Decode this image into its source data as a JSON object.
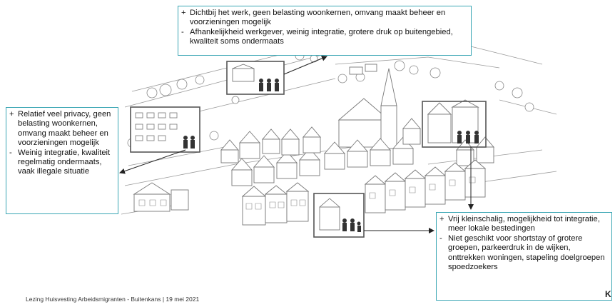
{
  "callouts": {
    "top": {
      "lines": [
        {
          "mark": "+",
          "text": "Dichtbij het werk, geen belasting woonkernen, omvang maakt beheer en voorzieningen mogelijk"
        },
        {
          "mark": "-",
          "text": "Afhankelijkheid werkgever, weinig integratie, grotere druk op buitengebied, kwaliteit soms ondermaats"
        }
      ]
    },
    "left": {
      "lines": [
        {
          "mark": "+",
          "text": "Relatief veel privacy, geen belasting woonkernen, omvang maakt beheer en voorzieningen mogelijk"
        },
        {
          "mark": "-",
          "text": "Weinig integratie, kwaliteit regelmatig ondermaats, vaak illegale situatie"
        }
      ]
    },
    "right": {
      "lines": [
        {
          "mark": "+",
          "text": "Vrij kleinschalig, mogelijkheid tot integratie, meer lokale bestedingen"
        },
        {
          "mark": "-",
          "text": "Niet geschikt voor shortstay of grotere groepen, parkeerdruk in de wijken, onttrekken woningen, stapeling doelgroepen spoedzoekers"
        }
      ]
    }
  },
  "footer": "Lezing Huisvesting Arbeidsmigranten  - Buitenkans | 19 mei 2021",
  "logo_text": "K",
  "colors": {
    "callout_border": "#3aa6b4",
    "sketch_line": "#8a8a8a",
    "highlight_box": "#555555",
    "arrow": "#222222"
  }
}
